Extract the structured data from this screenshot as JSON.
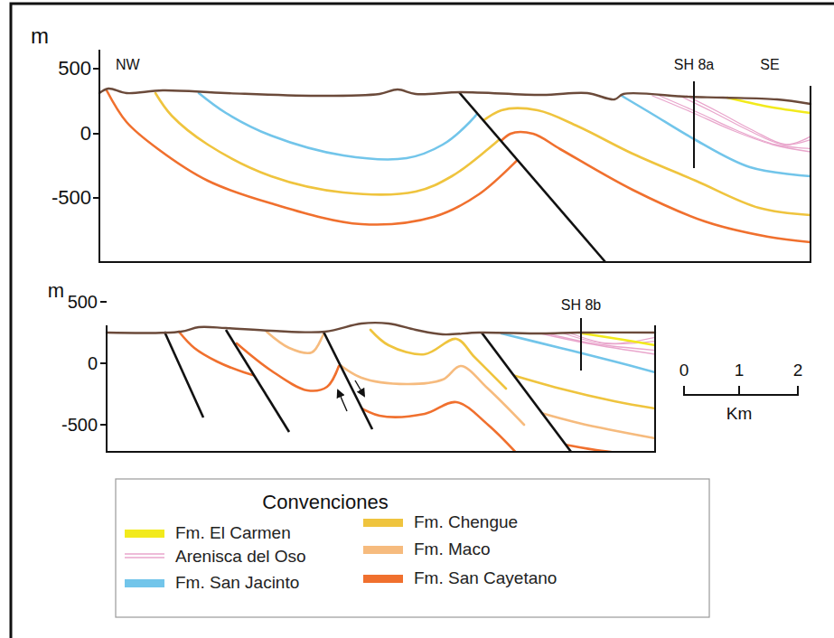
{
  "diagram": {
    "labels": [
      "m",
      "500",
      "0",
      "-500",
      "NW",
      "SH 8a",
      "SE",
      "m",
      "500",
      "0",
      "-500",
      "SH 8b",
      "0",
      "1",
      "2",
      "Km",
      "Convenciones"
    ],
    "legend": [
      {
        "text": "Fm. El Carmen",
        "color": "#f2ea1c"
      },
      {
        "text": "Fm. Chengue",
        "color": "#efc43e"
      },
      {
        "text": "Arenisca del Oso"
      },
      {
        "text": "Fm. Maco",
        "color": "#f6bb7e"
      },
      {
        "text": "Fm. San Jacinto",
        "color": "#72c5ea"
      },
      {
        "text": "Fm. San Cayetano",
        "color": "#f0702e"
      }
    ]
  }
}
